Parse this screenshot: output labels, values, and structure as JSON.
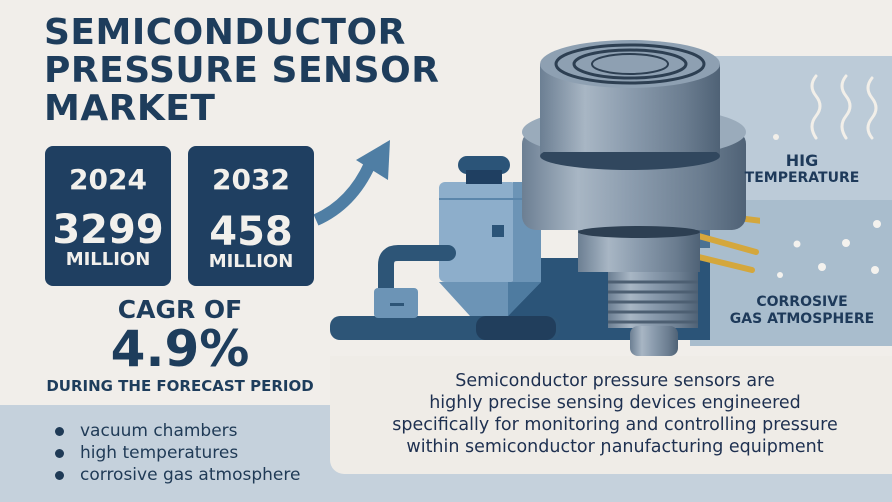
{
  "title": {
    "line1": "SEMICONDUCTOR",
    "line2": "PRESSURE SENSOR",
    "line3": "MARKET"
  },
  "stats": [
    {
      "year": "2024",
      "value": "3299",
      "unit": "MILLION"
    },
    {
      "year": "2032",
      "value": "458",
      "unit": "MILLION"
    }
  ],
  "cagr": {
    "label": "CAGR OF",
    "value": "4.9%",
    "period": "DURING THE FORECAST PERIOD"
  },
  "applications": [
    "vacuum chambers",
    "high temperatures",
    "corrosive gas atmosphere"
  ],
  "description": [
    "Semiconductor pressure sensors are",
    "highly precise sensing devices engineered",
    "specifically for monitoring and controlling pressure",
    "within semiconductor ɲanufacturing equipment"
  ],
  "side_labels": {
    "temperature_line1": "HIG",
    "temperature_line2": "TEMPERATURE",
    "gas_line1": "CORROSIVE",
    "gas_line2": "GAS ATMOSPHERE"
  },
  "colors": {
    "background": "#f1eeea",
    "navy": "#1f3f61",
    "title": "#1e3d5c",
    "panel_light_blue": "#bccbd8",
    "bottom_band": "#c5d1dc",
    "arrow": "#4f7ea4",
    "gold_pin": "#d4a73c"
  }
}
